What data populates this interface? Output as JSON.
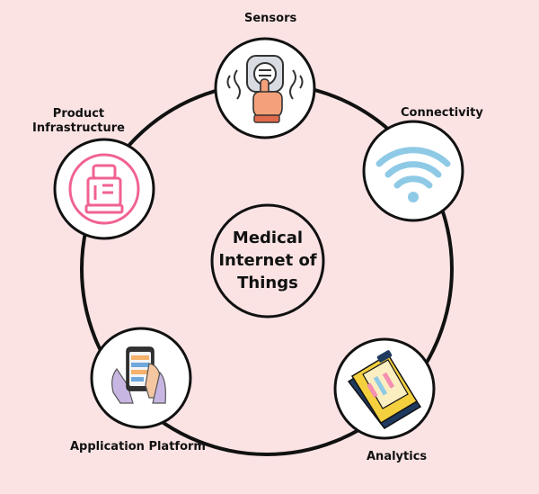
{
  "center": {
    "lines": [
      "Medical",
      "Internet of",
      "Things"
    ]
  },
  "nodes": [
    {
      "id": "sensors",
      "label": "Sensors",
      "icon": "touch-sensor-icon"
    },
    {
      "id": "connectivity",
      "label": "Connectivity",
      "icon": "wifi-icon"
    },
    {
      "id": "analytics",
      "label": "Analytics",
      "icon": "analytics-clipboard-icon"
    },
    {
      "id": "application-platform",
      "label": "Application Platform",
      "icon": "phone-in-hand-icon"
    },
    {
      "id": "product-infrastructure",
      "label_lines": [
        "Product",
        "Infrastructure"
      ],
      "icon": "lab-device-icon"
    }
  ],
  "colors": {
    "background": "#fbe3e4",
    "ring": "#111111",
    "node_fill": "#ffffff",
    "wifi": "#8ecae6",
    "infrastructure_pink": "#f06292",
    "analytics_yellow": "#f4d03f"
  }
}
